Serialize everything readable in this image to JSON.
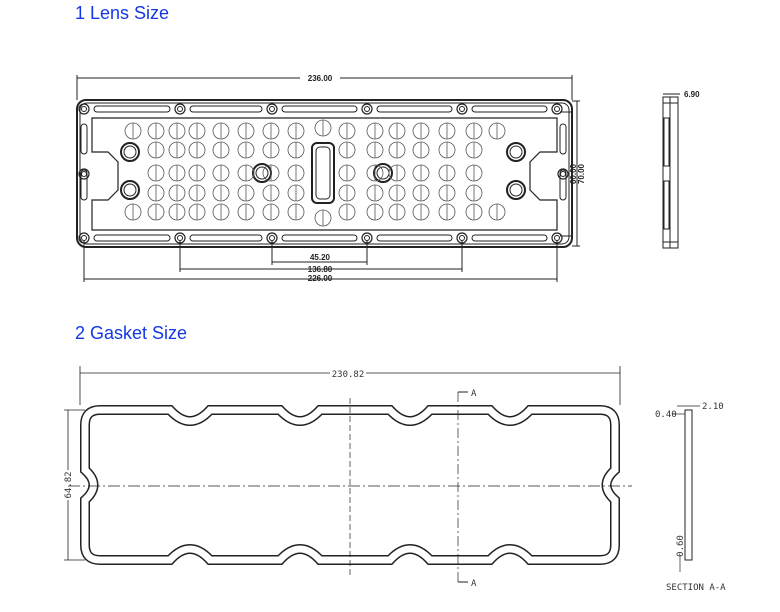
{
  "sections": {
    "lens": {
      "title": "1 Lens Size",
      "dims": {
        "overall_length": "236.00",
        "hole_pitch": "45.20",
        "hole_span": "136.80",
        "hole_span_outer": "226.00",
        "height_inner": "60.00",
        "height_outer": "70.00",
        "thickness": "6.90"
      }
    },
    "gasket": {
      "title": "2 Gasket Size",
      "dims": {
        "length": "230.82",
        "height": "64.82",
        "section_width": "2.10",
        "lip": "0.40",
        "bottom": "0.60"
      },
      "section_marker": "A",
      "section_label": "SECTION A-A"
    }
  }
}
